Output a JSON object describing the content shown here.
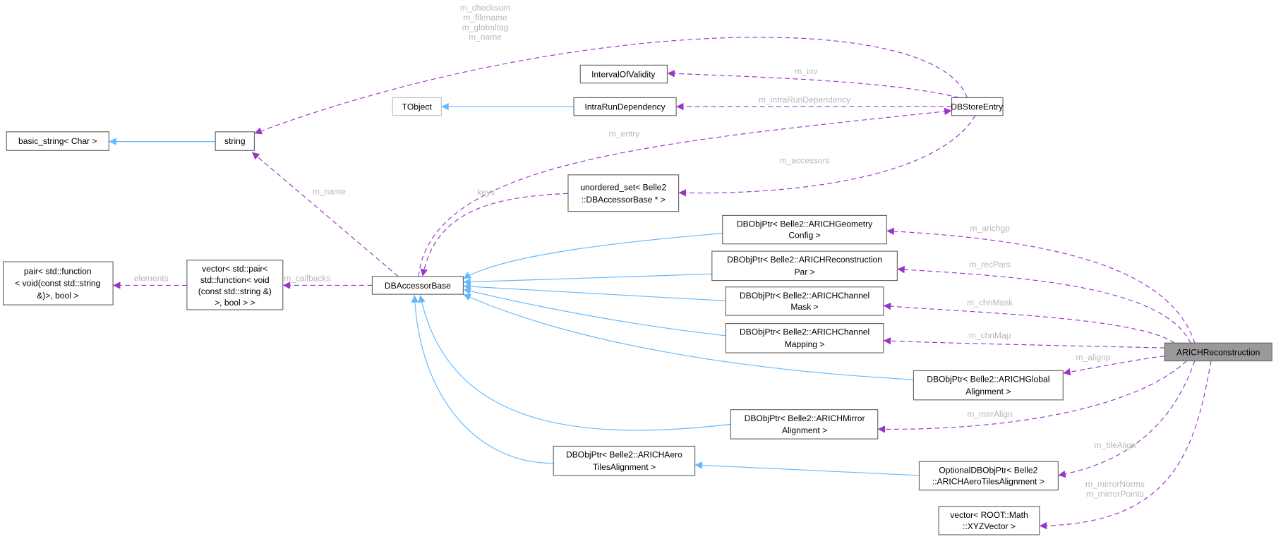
{
  "colors": {
    "inheritance": "#63b8ff",
    "usage": "#9a32cd",
    "focus_fill": "#999999",
    "label": "#b8b8b8"
  },
  "nodes": {
    "basic_string": [
      "basic_string< Char >"
    ],
    "string": [
      "string"
    ],
    "tobject": [
      "TObject"
    ],
    "interval": [
      "IntervalOfValidity"
    ],
    "intrarun": [
      "IntraRunDependency"
    ],
    "dbstore": [
      "DBStoreEntry"
    ],
    "unordered_set": [
      "unordered_set< Belle2",
      "::DBAccessorBase * >"
    ],
    "pair": [
      "pair< std::function",
      "< void(const std::string",
      "&)>, bool >"
    ],
    "vector_pair": [
      "vector< std::pair<",
      "std::function< void",
      "(const std::string &)",
      ">, bool > >"
    ],
    "dbaccessor": [
      "DBAccessorBase"
    ],
    "geometry": [
      "DBObjPtr< Belle2::ARICHGeometry",
      "Config >"
    ],
    "recpar": [
      "DBObjPtr< Belle2::ARICHReconstruction",
      "Par >"
    ],
    "mask": [
      "DBObjPtr< Belle2::ARICHChannel",
      "Mask >"
    ],
    "mapping": [
      "DBObjPtr< Belle2::ARICHChannel",
      "Mapping >"
    ],
    "global": [
      "DBObjPtr< Belle2::ARICHGlobal",
      "Alignment >"
    ],
    "mirror": [
      "DBObjPtr< Belle2::ARICHMirror",
      "Alignment >"
    ],
    "aerotiles": [
      "DBObjPtr< Belle2::ARICHAero",
      "TilesAlignment >"
    ],
    "optional": [
      "OptionalDBObjPtr< Belle2",
      "::ARICHAeroTilesAlignment >"
    ],
    "xyz": [
      "vector< ROOT::Math",
      "::XYZVector >"
    ],
    "arich": [
      "ARICHReconstruction"
    ]
  },
  "edge_labels": {
    "dbstore_string": [
      "m_checksum",
      "m_filename",
      "m_globaltag",
      "m_name"
    ],
    "iov": "m_iov",
    "intrarun": "m_intraRunDependency",
    "entry": "m_entry",
    "accessors": "m_accessors",
    "name": "m_name",
    "keys": "keys",
    "elements": "elements",
    "callbacks": "m_callbacks",
    "arichgp": "m_arichgp",
    "recpars": "m_recPars",
    "chnmask": "m_chnMask",
    "chnmap": "m_chnMap",
    "alignp": "m_alignp",
    "mirralign": "m_mirrAlign",
    "tilealign": "m_tileAlign",
    "mirror_vecs": [
      "m_mirrorNorms",
      "m_mirrorPoints"
    ]
  }
}
